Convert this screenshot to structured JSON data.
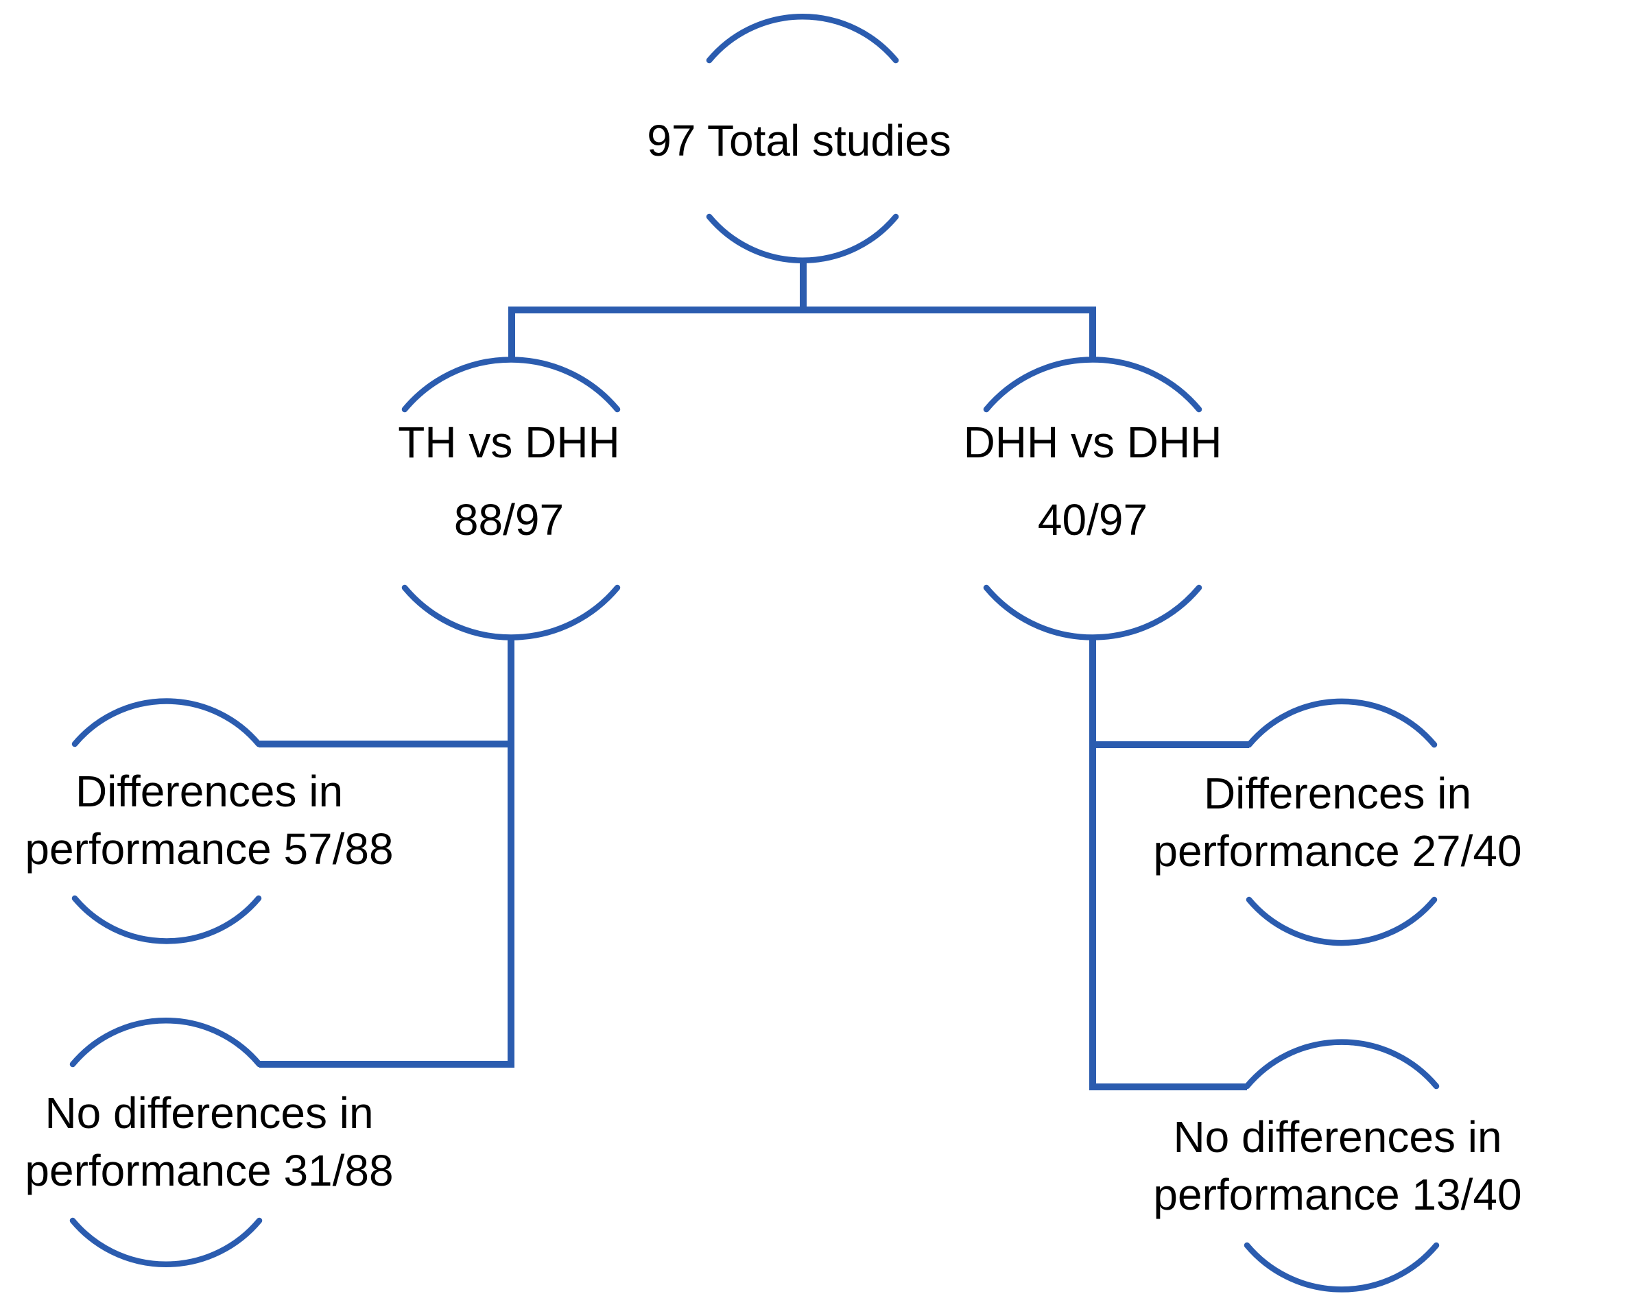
{
  "figure": {
    "background": "#ffffff",
    "line_color": "#2b5caf",
    "text_color": "#000000",
    "nodes": {
      "root": {
        "line1": "97 Total studies"
      },
      "th_vs_dhh": {
        "line1": "TH vs DHH",
        "line2": "88/97"
      },
      "dhh_vs_dhh": {
        "line1": "DHH vs DHH",
        "line2": "40/97"
      },
      "th_differences": {
        "line1": "Differences in",
        "line2": "performance 57/88"
      },
      "th_no_differences": {
        "line1": "No differences in",
        "line2": "performance 31/88"
      },
      "dhh_differences": {
        "line1": "Differences in",
        "line2": "performance 27/40"
      },
      "dhh_no_differences": {
        "line1": "No differences in",
        "line2": "performance 13/40"
      }
    }
  }
}
